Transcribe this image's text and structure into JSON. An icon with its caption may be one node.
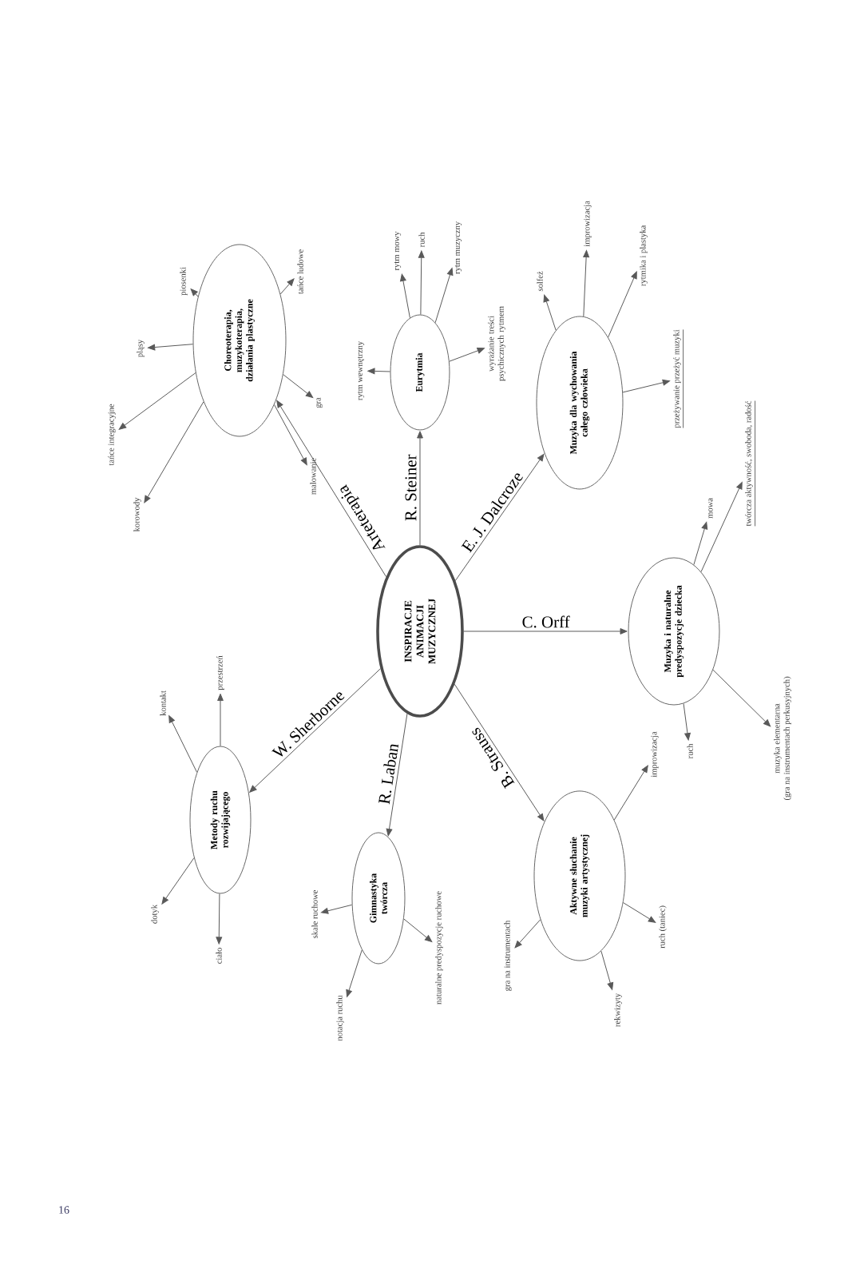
{
  "diagram": {
    "nodes": [
      {
        "text": [
          "INSPIRACJE ANIMACJI MUZYCZNEJ"
        ]
      },
      {
        "text": [
          "Choreoterapia, muzykoterapia, działania plastyczne"
        ]
      },
      {
        "text": [
          "korowody"
        ]
      },
      {
        "text": [
          "tańce integracyjne"
        ]
      },
      {
        "text": [
          "pląsy"
        ]
      },
      {
        "text": [
          "piosenki"
        ]
      },
      {
        "text": [
          "tańce ludowe"
        ]
      },
      {
        "text": [
          "gra"
        ]
      },
      {
        "text": [
          "malowanie"
        ]
      },
      {
        "text": [
          "Eurytmia"
        ]
      },
      {
        "text": [
          "rytm wewnętrzny"
        ]
      },
      {
        "text": [
          "rytm mowy"
        ]
      },
      {
        "text": [
          "ruch"
        ]
      },
      {
        "text": [
          "rytm muzyczny"
        ]
      },
      {
        "text": [
          "wyrażanie treści psychicznych rytmem"
        ]
      },
      {
        "text": [
          "Muzyka dla wychowania całego człowieka"
        ]
      },
      {
        "text": [
          "solfeż"
        ]
      },
      {
        "text": [
          "improwizacja"
        ]
      },
      {
        "text": [
          "rytmika i plastyka"
        ]
      },
      {
        "text": [
          "przeżywanie przeżyć muzyki"
        ]
      },
      {
        "text": [
          "Muzyka i naturalne predyspozycje dziecka"
        ]
      },
      {
        "text": [
          "mowa"
        ]
      },
      {
        "text": [
          "twórcza aktywność, swoboda, radość"
        ]
      },
      {
        "text": [
          "muzyka elementarna",
          "(gra na instrumentach perkusyjnych)"
        ]
      },
      {
        "text": [
          "ruch"
        ]
      },
      {
        "text": [
          "Aktywne słuchanie muzyki artystycznej"
        ]
      },
      {
        "text": [
          "improwizacja"
        ]
      },
      {
        "text": [
          "ruch (taniec)"
        ]
      },
      {
        "text": [
          "rekwizyty"
        ]
      },
      {
        "text": [
          "gra na instrumentach"
        ]
      },
      {
        "text": [
          "Gimnastyka twórcza"
        ]
      },
      {
        "text": [
          "skale ruchowe"
        ]
      },
      {
        "text": [
          "notacja ruchu"
        ]
      },
      {
        "text": [
          "naturalne predyspozycje ruchowe"
        ]
      },
      {
        "text": [
          "Metody ruchu rozwijającego"
        ]
      },
      {
        "text": [
          "kontakt"
        ]
      },
      {
        "text": [
          "przestrzeń"
        ]
      },
      {
        "text": [
          "dotyk"
        ]
      },
      {
        "text": [
          "ciało"
        ]
      }
    ],
    "edges": [
      {
        "from": 0,
        "to": 1,
        "arrow": "to",
        "label": "Arteterapia"
      },
      {
        "from": 0,
        "to": 9,
        "arrow": "to",
        "label": "R. Steiner"
      },
      {
        "from": 0,
        "to": 15,
        "arrow": "to",
        "label": "E. J. Dalcroze"
      },
      {
        "from": 0,
        "to": 20,
        "arrow": "to",
        "label": "C. Orff"
      },
      {
        "from": 0,
        "to": 25,
        "arrow": "to",
        "label": "B. Strauss"
      },
      {
        "from": 0,
        "to": 30,
        "arrow": "to",
        "label": "R. Laban"
      },
      {
        "from": 0,
        "to": 34,
        "arrow": "to",
        "label": "W. Sherborne"
      },
      {
        "from": 1,
        "to": 2,
        "arrow": "to"
      },
      {
        "from": 1,
        "to": 3,
        "arrow": "to"
      },
      {
        "from": 1,
        "to": 4,
        "arrow": "to"
      },
      {
        "from": 1,
        "to": 5,
        "arrow": "to"
      },
      {
        "from": 1,
        "to": 6,
        "arrow": "to"
      },
      {
        "from": 1,
        "to": 7,
        "arrow": "to"
      },
      {
        "from": 1,
        "to": 8,
        "arrow": "to"
      },
      {
        "from": 9,
        "to": 10,
        "arrow": "to"
      },
      {
        "from": 9,
        "to": 11,
        "arrow": "to"
      },
      {
        "from": 9,
        "to": 12,
        "arrow": "to"
      },
      {
        "from": 9,
        "to": 13,
        "arrow": "to"
      },
      {
        "from": 9,
        "to": 14,
        "arrow": "to"
      },
      {
        "from": 15,
        "to": 16,
        "arrow": "to"
      },
      {
        "from": 15,
        "to": 17,
        "arrow": "to"
      },
      {
        "from": 15,
        "to": 18,
        "arrow": "to"
      },
      {
        "from": 15,
        "to": 19,
        "arrow": "to"
      },
      {
        "from": 20,
        "to": 21,
        "arrow": "to"
      },
      {
        "from": 20,
        "to": 22,
        "arrow": "to"
      },
      {
        "from": 20,
        "to": 23,
        "arrow": "to"
      },
      {
        "from": 20,
        "to": 24,
        "arrow": "to"
      },
      {
        "from": 25,
        "to": 26,
        "arrow": "to"
      },
      {
        "from": 25,
        "to": 27,
        "arrow": "to"
      },
      {
        "from": 25,
        "to": 28,
        "arrow": "to"
      },
      {
        "from": 25,
        "to": 29,
        "arrow": "to"
      },
      {
        "from": 30,
        "to": 31,
        "arrow": "to"
      },
      {
        "from": 30,
        "to": 32,
        "arrow": "to"
      },
      {
        "from": 30,
        "to": 33,
        "arrow": "to"
      },
      {
        "from": 34,
        "to": 35,
        "arrow": "to"
      },
      {
        "from": 34,
        "to": 36,
        "arrow": "to"
      },
      {
        "from": 34,
        "to": 37,
        "arrow": "to"
      },
      {
        "from": 34,
        "to": 38,
        "arrow": "to"
      }
    ],
    "labels": [
      "16"
    ]
  }
}
